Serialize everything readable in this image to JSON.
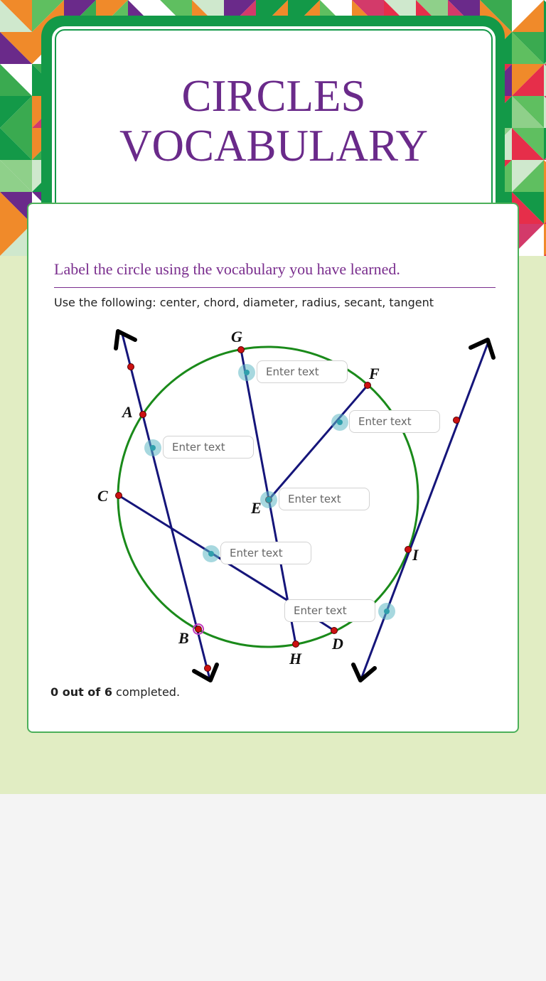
{
  "page": {
    "title": "CIRCLES VOCABULARY",
    "heading": "Label the circle using the vocabulary you have learned.",
    "instructions": "Use the following: center, chord, diameter, radius, secant, tangent"
  },
  "diagram": {
    "points": [
      "A",
      "B",
      "C",
      "D",
      "E",
      "F",
      "G",
      "H",
      "I"
    ]
  },
  "fields": [
    {
      "placeholder": "Enter text",
      "value": ""
    },
    {
      "placeholder": "Enter text",
      "value": ""
    },
    {
      "placeholder": "Enter text",
      "value": ""
    },
    {
      "placeholder": "Enter text",
      "value": ""
    },
    {
      "placeholder": "Enter text",
      "value": ""
    },
    {
      "placeholder": "Enter text",
      "value": ""
    }
  ],
  "progress": {
    "count_text": "0 out of 6",
    "suffix": " completed."
  },
  "colors": {
    "title": "#6a2a8a",
    "frame_green": "#139948",
    "background_green": "#e1edc3",
    "circle": "#1a8a1a",
    "lines": "#15157a",
    "points": "#cc1111"
  }
}
